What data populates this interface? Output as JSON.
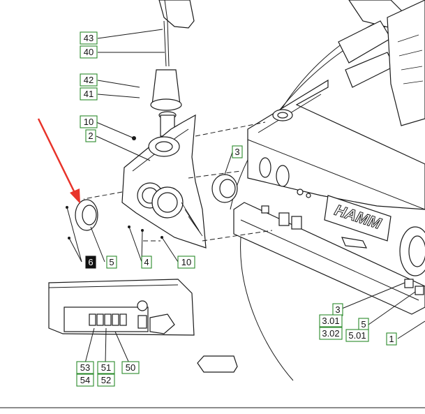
{
  "callouts": [
    {
      "id": "c43",
      "text": "43"
    },
    {
      "id": "c40",
      "text": "40"
    },
    {
      "id": "c42",
      "text": "42"
    },
    {
      "id": "c41",
      "text": "41"
    },
    {
      "id": "c10a",
      "text": "10"
    },
    {
      "id": "c2",
      "text": "2"
    },
    {
      "id": "c3a",
      "text": "3"
    },
    {
      "id": "c6",
      "text": "6",
      "highlight": true
    },
    {
      "id": "c5a",
      "text": "5"
    },
    {
      "id": "c4",
      "text": "4"
    },
    {
      "id": "c10b",
      "text": "10"
    },
    {
      "id": "c3b",
      "text": "3"
    },
    {
      "id": "c301",
      "text": "3.01"
    },
    {
      "id": "c302",
      "text": "3.02"
    },
    {
      "id": "c5b",
      "text": "5"
    },
    {
      "id": "c501",
      "text": "5.01"
    },
    {
      "id": "c1",
      "text": "1"
    },
    {
      "id": "c53",
      "text": "53"
    },
    {
      "id": "c54",
      "text": "54"
    },
    {
      "id": "c51",
      "text": "51"
    },
    {
      "id": "c52",
      "text": "52"
    },
    {
      "id": "c50",
      "text": "50"
    }
  ],
  "brand_logo_text": "HAMM",
  "colors": {
    "callout_border": "#2a8a2a",
    "arrow": "#e8332a",
    "line": "#1a1a1a"
  }
}
